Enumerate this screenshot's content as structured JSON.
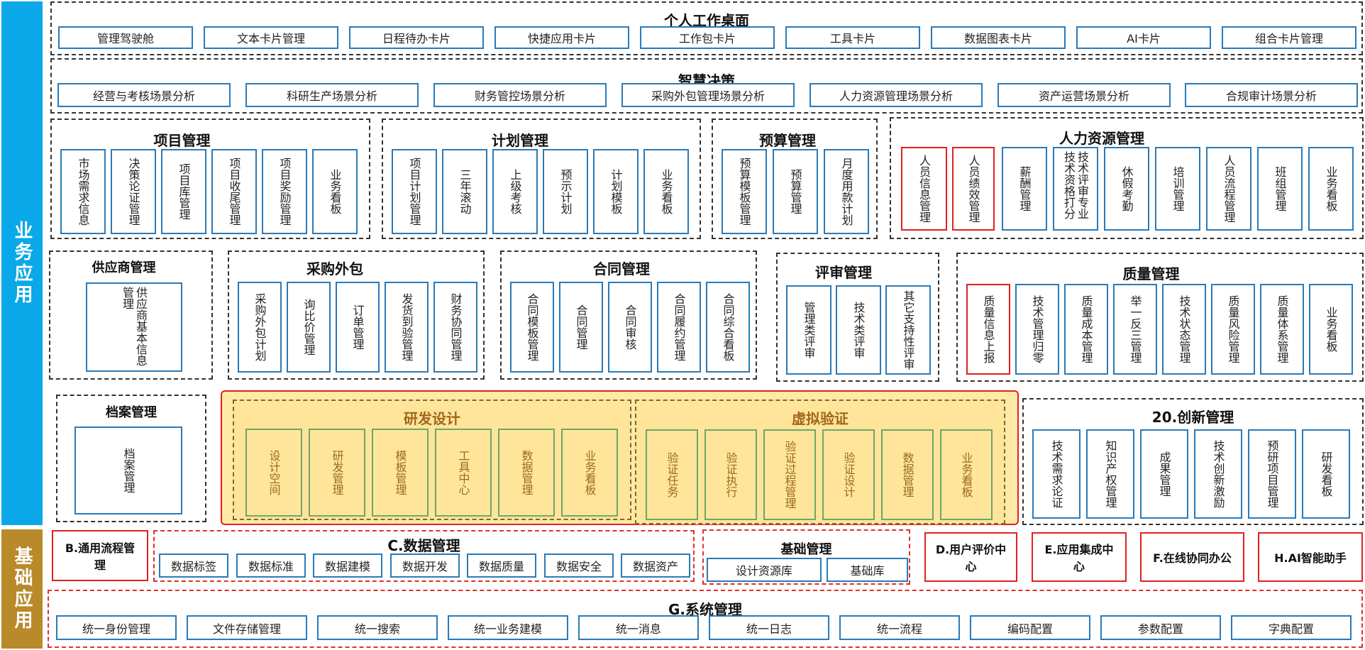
{
  "colors": {
    "biz_sidebar": "#0aa8e8",
    "base_sidebar": "#b88a2a",
    "box_border": "#2a7ab8",
    "highlight": "#e02020",
    "gold": "#ffe59a"
  },
  "sidebars": {
    "business": "业务应用",
    "base": "基础应用"
  },
  "personal": {
    "title": "个人工作桌面",
    "items": [
      "管理驾驶舱",
      "文本卡片管理",
      "日程待办卡片",
      "快捷应用卡片",
      "工作包卡片",
      "工具卡片",
      "数据图表卡片",
      "AI卡片",
      "组合卡片管理"
    ]
  },
  "decision": {
    "title": "智慧决策",
    "items": [
      "经营与考核场景分析",
      "科研生产场景分析",
      "财务管控场景分析",
      "采购外包管理场景分析",
      "人力资源管理场景分析",
      "资产运营场景分析",
      "合规审计场景分析"
    ]
  },
  "project": {
    "title": "项目管理",
    "items": [
      "市场需求信息",
      "决策论证管理",
      "项目库管理",
      "项目收尾管理",
      "项目奖励管理",
      "业务看板"
    ]
  },
  "plan": {
    "title": "计划管理",
    "items": [
      "项目计划管理",
      "三年滚动",
      "上级考核",
      "预示计划",
      "计划模板",
      "业务看板"
    ]
  },
  "budget": {
    "title": "预算管理",
    "items": [
      "预算模板管理",
      "预算管理",
      "月度用款计划"
    ]
  },
  "hr": {
    "title": "人力资源管理",
    "items": [
      "人员信息管理",
      "人员绩效管理",
      "薪酬管理",
      "技术评审专业技术资格打分",
      "休假考勤",
      "培训管理",
      "人员流程管理",
      "班组管理",
      "业务看板"
    ]
  },
  "supplier": {
    "title": "供应商管理",
    "items": [
      "供应商基本信息管理"
    ]
  },
  "purchase": {
    "title": "采购外包",
    "items": [
      "采购外包计划",
      "询比价管理",
      "订单管理",
      "发货到验管理",
      "财务协同管理"
    ]
  },
  "contract": {
    "title": "合同管理",
    "items": [
      "合同模板管理",
      "合同管理",
      "合同审核",
      "合同履约管理",
      "合同综合看板"
    ]
  },
  "review": {
    "title": "评审管理",
    "items": [
      "管理类评审",
      "技术类评审",
      "其它支持性评审"
    ]
  },
  "quality": {
    "title": "质量管理",
    "items": [
      "质量信息上报",
      "技术管理归零",
      "质量成本管理",
      "举一反三管理",
      "技术状态管理",
      "质量风险管理",
      "质量体系管理",
      "业务看板"
    ]
  },
  "archive": {
    "title": "档案管理",
    "items": [
      "档案管理"
    ]
  },
  "rnd": {
    "title": "研发设计",
    "items": [
      "设计空间",
      "研发管理",
      "模板管理",
      "工具中心",
      "数据管理",
      "业务看板"
    ]
  },
  "virtual": {
    "title": "虚拟验证",
    "items": [
      "验证任务",
      "验证执行",
      "验证过程管理",
      "验证设计",
      "数据管理",
      "业务看板"
    ]
  },
  "innovation": {
    "title": "20.创新管理",
    "items": [
      "技术需求论证",
      "知识产权管理",
      "成果管理",
      "技术创新激励",
      "预研项目管理",
      "研发看板"
    ]
  },
  "flow": {
    "title": "B.通用流程管理"
  },
  "data_mgmt": {
    "title": "C.数据管理",
    "items": [
      "数据标签",
      "数据标准",
      "数据建模",
      "数据开发",
      "数据质量",
      "数据安全",
      "数据资产"
    ]
  },
  "basic": {
    "title": "基础管理",
    "items": [
      "设计资源库",
      "基础库"
    ]
  },
  "user_eval": {
    "title": "D.用户评价中心"
  },
  "integration": {
    "title": "E.应用集成中心"
  },
  "collab": {
    "title": "F.在线协同办公"
  },
  "ai": {
    "title": "H.AI智能助手"
  },
  "system": {
    "title": "G.系统管理",
    "items": [
      "统一身份管理",
      "文件存储管理",
      "统一搜索",
      "统一业务建模",
      "统一消息",
      "统一日志",
      "统一流程",
      "编码配置",
      "参数配置",
      "字典配置"
    ]
  }
}
